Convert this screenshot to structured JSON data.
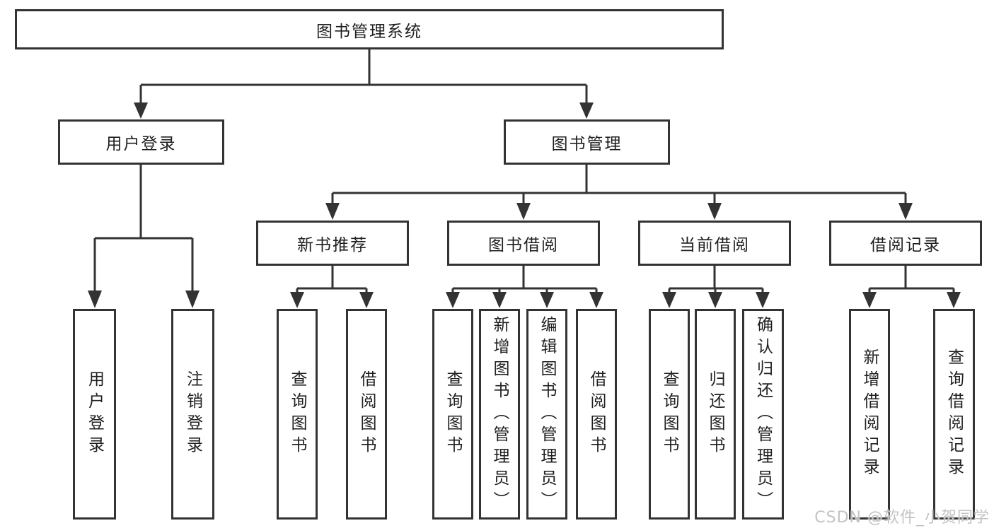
{
  "diagram": {
    "title": "图书管理系统",
    "root": {
      "label": "图书管理系统"
    },
    "branches": [
      {
        "label": "用户登录",
        "children": [
          {
            "label": "用户登录"
          },
          {
            "label": "注销登录"
          }
        ]
      },
      {
        "label": "图书管理",
        "children": [
          {
            "label": "新书推荐",
            "children": [
              {
                "label": "查询图书"
              },
              {
                "label": "借阅图书"
              }
            ]
          },
          {
            "label": "图书借阅",
            "children": [
              {
                "label": "查询图书"
              },
              {
                "label": "新增图书（管理员）"
              },
              {
                "label": "编辑图书（管理员）"
              },
              {
                "label": "借阅图书"
              }
            ]
          },
          {
            "label": "当前借阅",
            "children": [
              {
                "label": "查询图书"
              },
              {
                "label": "归还图书"
              },
              {
                "label": "确认归还（管理员）"
              }
            ]
          },
          {
            "label": "借阅记录",
            "children": [
              {
                "label": "新增借阅记录"
              },
              {
                "label": "查询借阅记录"
              }
            ]
          }
        ]
      }
    ],
    "watermark": "CSDN @软件_小贺同学",
    "colors": {
      "line": "#333333",
      "text": "#1f1f1f",
      "background": "#ffffff",
      "watermark": "#c3c3c3"
    }
  }
}
